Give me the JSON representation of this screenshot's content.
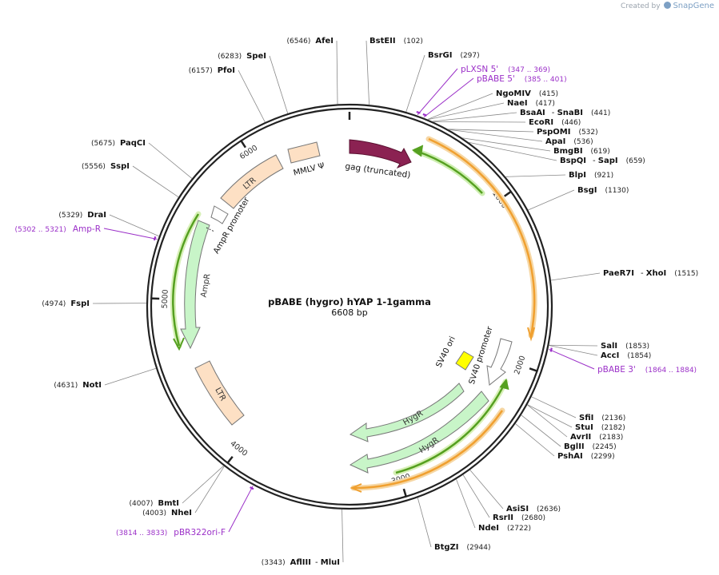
{
  "credit": {
    "prefix": "Created by",
    "brand": "SnapGene"
  },
  "plasmid": {
    "name": "pBABE (hygro) hYAP 1-1gamma",
    "size": "6608 bp",
    "length": 6608
  },
  "colors": {
    "backbone": "#222222",
    "primer": "#9b30c8",
    "gag": "#8b2252",
    "ltr": "#fde0c4",
    "amp": "#c8f5c8",
    "hyg": "#c8f5c8",
    "sv40ori": "#ffff00",
    "orange_line": "#f0a030",
    "green_line": "#55a020"
  },
  "ticks": [
    {
      "label": "1000"
    },
    {
      "label": "2000"
    },
    {
      "label": "3000"
    },
    {
      "label": "4000"
    },
    {
      "label": "5000"
    },
    {
      "label": "6000"
    }
  ],
  "enzymes": [
    {
      "name": "AfeI",
      "pos": "(6546)"
    },
    {
      "name": "BstEII",
      "pos": "(102)"
    },
    {
      "name": "SpeI",
      "pos": "(6283)"
    },
    {
      "name": "BsrGI",
      "pos": "(297)"
    },
    {
      "name": "PfoI",
      "pos": "(6157)"
    },
    {
      "name": "NgoMIV",
      "pos": "(415)"
    },
    {
      "name": "NaeI",
      "pos": "(417)"
    },
    {
      "name": "BsaAI",
      "name2": "SnaBI",
      "pos": "(441)"
    },
    {
      "name": "EcoRI",
      "pos": "(446)"
    },
    {
      "name": "PspOMI",
      "pos": "(532)"
    },
    {
      "name": "ApaI",
      "pos": "(536)"
    },
    {
      "name": "BmgBI",
      "pos": "(619)"
    },
    {
      "name": "BspQI",
      "name2": "SapI",
      "pos": "(659)"
    },
    {
      "name": "BlpI",
      "pos": "(921)"
    },
    {
      "name": "BsgI",
      "pos": "(1130)"
    },
    {
      "name": "PaqCI",
      "pos": "(5675)"
    },
    {
      "name": "SspI",
      "pos": "(5556)"
    },
    {
      "name": "DraI",
      "pos": "(5329)"
    },
    {
      "name": "PaeR7I",
      "name2": "XhoI",
      "pos": "(1515)"
    },
    {
      "name": "FspI",
      "pos": "(4974)"
    },
    {
      "name": "SalI",
      "pos": "(1853)"
    },
    {
      "name": "AccI",
      "pos": "(1854)"
    },
    {
      "name": "NotI",
      "pos": "(4631)"
    },
    {
      "name": "SfiI",
      "pos": "(2136)"
    },
    {
      "name": "StuI",
      "pos": "(2182)"
    },
    {
      "name": "AvrII",
      "pos": "(2183)"
    },
    {
      "name": "BglII",
      "pos": "(2245)"
    },
    {
      "name": "PshAI",
      "pos": "(2299)"
    },
    {
      "name": "BmtI",
      "pos": "(4007)"
    },
    {
      "name": "NheI",
      "pos": "(4003)"
    },
    {
      "name": "AsiSI",
      "pos": "(2636)"
    },
    {
      "name": "RsrII",
      "pos": "(2680)"
    },
    {
      "name": "NdeI",
      "pos": "(2722)"
    },
    {
      "name": "BtgZI",
      "pos": "(2944)"
    },
    {
      "name": "AflIII",
      "name2": "MluI",
      "pos": "(3343)"
    }
  ],
  "primers": [
    {
      "name": "pLXSN 5'",
      "range": "(347 .. 369)"
    },
    {
      "name": "pBABE 5'",
      "range": "(385 .. 401)"
    },
    {
      "name": "Amp-R",
      "range": "(5302 .. 5321)"
    },
    {
      "name": "pBABE 3'",
      "range": "(1864 .. 1884)"
    },
    {
      "name": "pBR322ori-F",
      "range": "(3814 .. 3833)"
    }
  ],
  "features": [
    {
      "name": "gag (truncated)"
    },
    {
      "name": "MMLV Ψ"
    },
    {
      "name": "LTR"
    },
    {
      "name": "AmpR promoter"
    },
    {
      "name": "AmpR"
    },
    {
      "name": "LTR"
    },
    {
      "name": "SV40 ori"
    },
    {
      "name": "SV40 promoter"
    },
    {
      "name": "HygR"
    },
    {
      "name": "HygR"
    }
  ]
}
